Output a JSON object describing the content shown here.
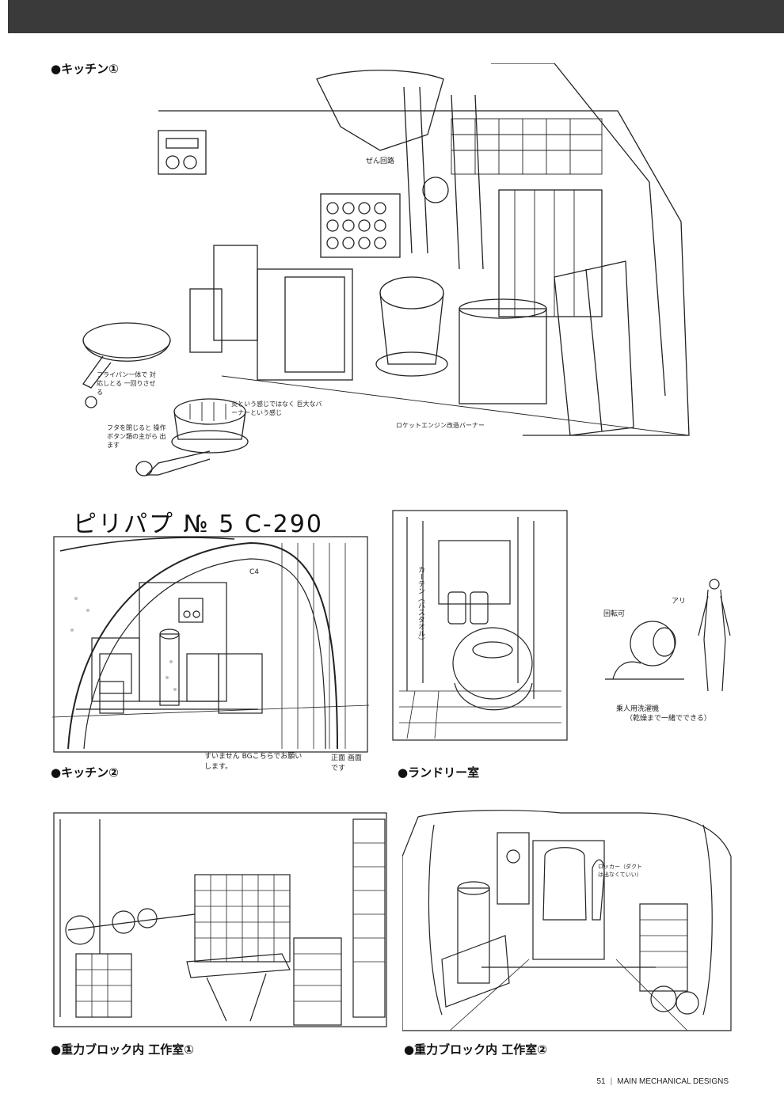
{
  "captions": {
    "kitchen1": "●キッチン①",
    "kitchen2": "●キッチン②",
    "laundry": "●ランドリー室",
    "workshop1": "●重力ブロック内 工作室①",
    "workshop2": "●重力ブロック内 工作室②"
  },
  "kitchen1_notes": {
    "pipe": "ぜん回路",
    "pan_note": "フライパン一体で 対応しとる 一回りさせる",
    "burner_note": "炎という感じではなく 巨大なバーナーという感じ",
    "lid_note": "フタを閉じると 操作ボタン類の主がら 出ます",
    "rocket_note": "ロケットエンジン改造バーナー"
  },
  "kitchen2_notes": {
    "cut_header": "ピリパプ № 5 C-290",
    "bg_note": "すいません BGこちらでお願いします。",
    "right_note": "正面 画面です",
    "marker": "C4"
  },
  "laundry_notes": {
    "curtain": "カーテン（バスタオル）",
    "left": "回転可",
    "top": "アリ",
    "bottom": "乗人用洗濯機",
    "bottom2": "（乾燥まで一緒でできる）"
  },
  "workshop2_notes": {
    "door": "ロッカー（ダクトは出なくていい）"
  },
  "footer": {
    "page": "51",
    "section": "MAIN MECHANICAL DESIGNS"
  }
}
